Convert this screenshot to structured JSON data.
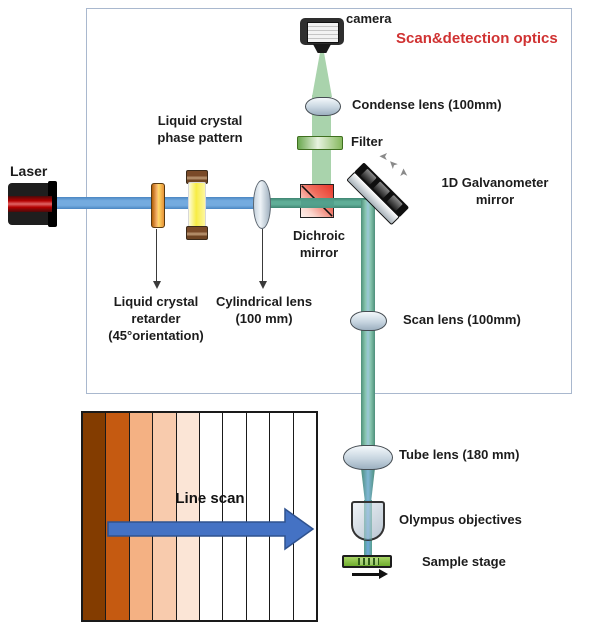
{
  "labels": {
    "laser": "Laser",
    "lc_phase_1": "Liquid crystal",
    "lc_phase_2": "phase pattern",
    "lc_retarder_1": "Liquid crystal",
    "lc_retarder_2": "retarder",
    "lc_retarder_3": "(45°orientation)",
    "cylindrical_1": "Cylindrical lens",
    "cylindrical_2": "(100 mm)",
    "dichroic_1": "Dichroic",
    "dichroic_2": "mirror",
    "camera": "camera",
    "title": "Scan&detection optics",
    "condense_lens": "Condense lens (100mm)",
    "filter": "Filter",
    "galvo_1": "1D Galvanometer",
    "galvo_2": "mirror",
    "scan_lens": "Scan lens (100mm)",
    "tube_lens": "Tube lens (180 mm)",
    "objectives": "Olympus objectives",
    "sample_stage": "Sample stage"
  },
  "inset": {
    "label": "Line scan",
    "stripe_colors": [
      "#833C00",
      "#C55A11",
      "#F4B183",
      "#F8CBAD",
      "#FBE5D6",
      "#FFFFFF",
      "#FFFFFF",
      "#FFFFFF",
      "#FFFFFF",
      "#FFFFFF"
    ],
    "arrow_fill": "#4472C4",
    "arrow_stroke": "#2F528F"
  },
  "icons": {
    "galvo_tilt_arrow_glyph": "➤",
    "stage_direction": "right-arrow"
  },
  "colors": {
    "title_red": "#D03232",
    "beam_excitation_blue": "#6FA8DC",
    "beam_teal": "#4F9C88",
    "beam_detection_green": "#A9D3AC",
    "dichroic_red": "#E8372A",
    "filter_green": "#6AA84F",
    "stage_green": "#8CC63F",
    "box_border": "#A9B8CE"
  }
}
